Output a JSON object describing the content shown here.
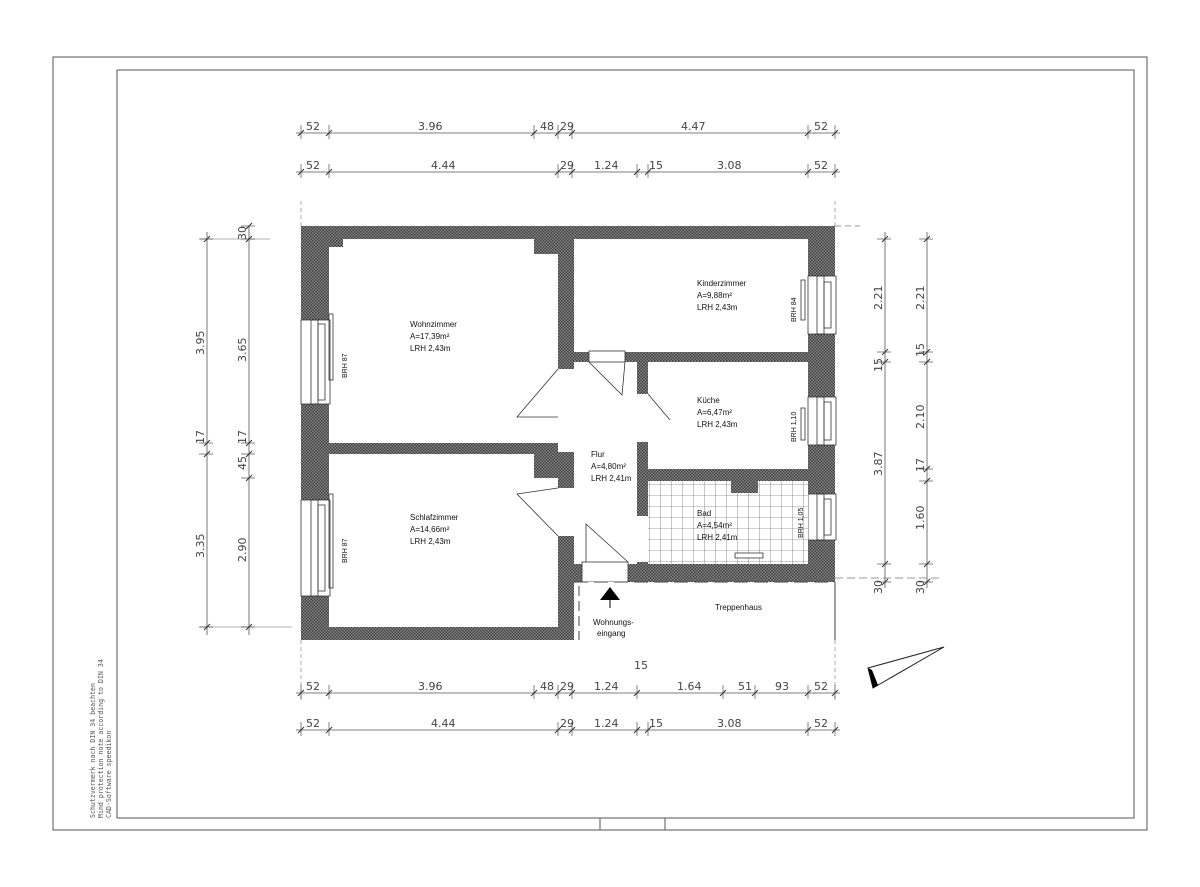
{
  "rooms": {
    "wohnzimmer": {
      "name": "Wohnzimmer",
      "area": "A=17,39m²",
      "lrh": "LRH 2,43m"
    },
    "schlafzimmer": {
      "name": "Schlafzimmer",
      "area": "A=14,66m²",
      "lrh": "LRH 2,43m"
    },
    "kinderzimmer": {
      "name": "Kinderzimmer",
      "area": "A=9,88m²",
      "lrh": "LRH 2,43m"
    },
    "kueche": {
      "name": "Küche",
      "area": "A=6,47m²",
      "lrh": "LRH 2,43m"
    },
    "flur": {
      "name": "Flur",
      "area": "A=4,80m²",
      "lrh": "LRH 2,41m"
    },
    "bad": {
      "name": "Bad",
      "area": "A=4,54m²",
      "lrh": "LRH 2,41m"
    },
    "treppenhaus": {
      "name": "Treppenhaus"
    }
  },
  "entrance": {
    "line1": "Wohnungs-",
    "line2": "eingang"
  },
  "sills": {
    "wohnzimmer": "BRH 87",
    "schlafzimmer": "BRH 87",
    "kinderzimmer": "BRH 84",
    "kueche": "BRH 1,10",
    "bad": "BRH 1,05"
  },
  "dims": {
    "top1": [
      "52",
      "3.96",
      "48",
      "29",
      "4.47",
      "52"
    ],
    "top2": [
      "52",
      "4.44",
      "29",
      "1.24",
      "15",
      "3.08",
      "52"
    ],
    "bottom1": [
      "52",
      "3.96",
      "48",
      "29",
      "1.24",
      "1.64",
      "51",
      "93",
      "52"
    ],
    "bottom2": [
      "52",
      "4.44",
      "29",
      "1.24",
      "15",
      "3.08",
      "52"
    ],
    "bottom_extra": "15",
    "left1": [
      "3.95",
      "17",
      "3.35"
    ],
    "left2": [
      "30",
      "3.65",
      "17",
      "45",
      "2.90"
    ],
    "right1": [
      "2.21",
      "15",
      "3.87",
      "30"
    ],
    "right2": [
      "2.21",
      "15",
      "2.10",
      "17",
      "1.60",
      "30"
    ]
  },
  "note": {
    "line1": "Schutzvermerk nach DIN 34 beachten",
    "line2": "Mind protection note according to DIN 34",
    "line3": "CAD-Software speedikon"
  }
}
